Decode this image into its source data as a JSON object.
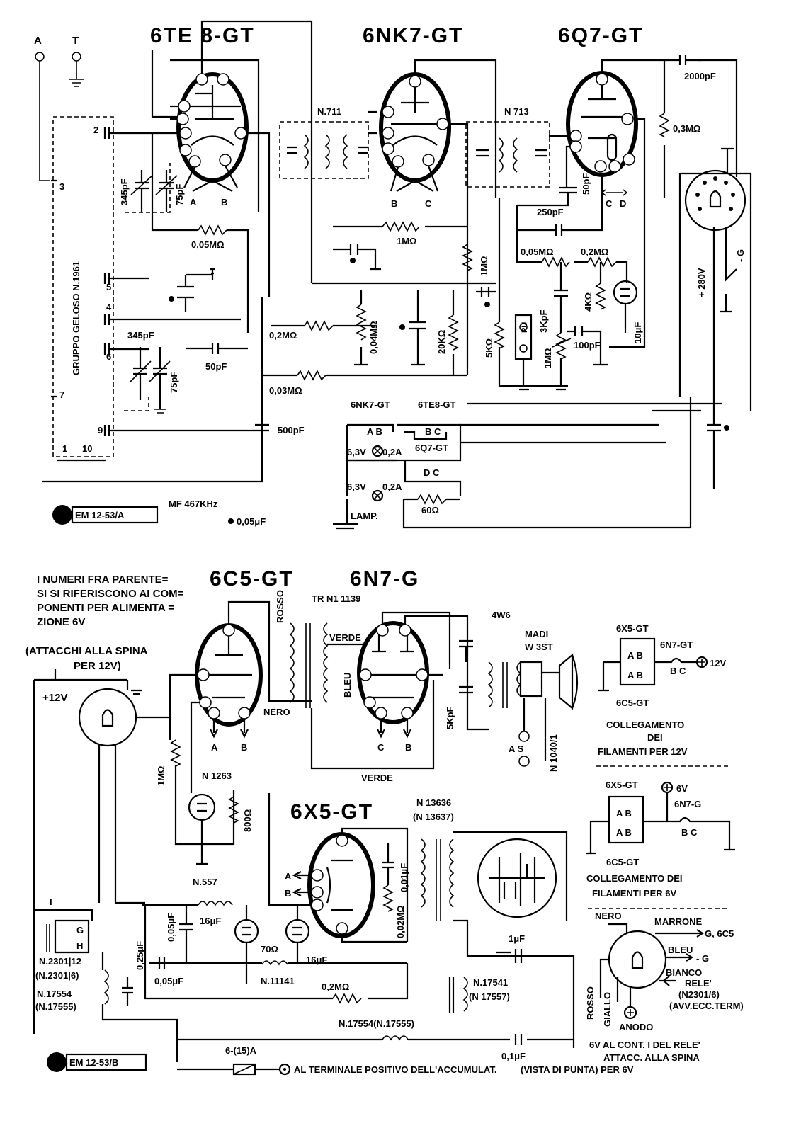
{
  "upper": {
    "tube_titles": [
      "6TE 8-GT",
      "6NK7-GT",
      "6Q7-GT"
    ],
    "terminals": [
      "A",
      "T"
    ],
    "coil_group": "GRUPPO GELOSO N.1961",
    "coil_pins": [
      "2",
      "3",
      "5",
      "4",
      "6",
      "7",
      "9",
      "1",
      "10"
    ],
    "if_transformers": [
      "N.711",
      "N 713"
    ],
    "components": {
      "c_345_top": "345pF",
      "c_75_top": "75pF",
      "c_345_bot": "345pF",
      "c_75_bot": "75pF",
      "r_005": "0,05MΩ",
      "r_02": "0,2MΩ",
      "r_003": "0,03MΩ",
      "c_50": "50pF",
      "c_500": "500pF",
      "r_1m": "1MΩ",
      "r_004": "0,04MΩ",
      "r_20k": "20KΩ",
      "r_1m_v": "1MΩ",
      "r_5k": "5KΩ",
      "c_2000": "2000pF",
      "r_03": "0,3MΩ",
      "c_250": "250pF",
      "c_50b": "50pF",
      "r_005b": "0,05MΩ",
      "r_02b": "0,2MΩ",
      "c_3k": "3KpF",
      "r_4k": "4KΩ",
      "c_100": "100pF",
      "c_10u": "10μF",
      "r_1m_pot": "1MΩ",
      "pu": "PU",
      "v_280": "+ 280V",
      "g_minus": "- G"
    },
    "heater_titles": [
      "6NK7-GT",
      "6TE8-GT",
      "6Q7-GT"
    ],
    "heater_labels": [
      "A B",
      "B C",
      "D C",
      "6,3V",
      "0,2A",
      "6,3V",
      "0,2A",
      "LAMP.",
      "60Ω"
    ],
    "tube_pin_letters": [
      "A",
      "B",
      "B",
      "C",
      "C",
      "D"
    ],
    "mf": "MF 467KHz",
    "legend_cap": "0,05μF",
    "badge": "EM 12-53/A"
  },
  "lower": {
    "note": [
      "I NUMERI FRA PARENTE=",
      "SI SI RIFERISCONO AI COM=",
      "PONENTI PER ALIMENTA =",
      "ZIONE 6V"
    ],
    "plug_title": [
      "(ATTACCHI ALLA SPINA",
      "PER 12V)"
    ],
    "tube_titles": [
      "6C5-GT",
      "6N7-G",
      "6X5-GT"
    ],
    "labels": {
      "plus12": "+12V",
      "rosso": "ROSSO",
      "tr": "TR N1 1139",
      "verde": "VERDE",
      "bleu": "BLEU",
      "nero": "NERO",
      "verde2": "VERDE",
      "k4w6": "4W6",
      "madi": "MADI",
      "w3st": "W 3ST",
      "as": "A S",
      "n1040": "N 1040/1",
      "c5k": "5KpF",
      "r_1m": "1MΩ",
      "n1263": "N 1263",
      "r_800": "800Ω",
      "n557": "N.557",
      "n13636": "N 13636",
      "n13637": "(N 13637)",
      "c005": "0,05μF",
      "c16a": "16μF",
      "c16b": "16μF",
      "r70": "70Ω",
      "n11141": "N.11141",
      "c025": "0,25μF",
      "c005b": "0,05μF",
      "r02": "0,2MΩ",
      "c001": "0,01μF",
      "r002": "0,02MΩ",
      "c1u": "1μF",
      "n17541": "N.17541",
      "n17557": "(N 17557)",
      "n2301_12": "N.2301|12",
      "n2301_6": "(N.2301|6)",
      "n17554": "N.17554",
      "n17555": "(N.17555)",
      "n17554b": "N.17554(N.17555)",
      "c01": "0,1μF",
      "fuse": "6-(15)A",
      "batt": "AL TERMINALE POSITIVO DELL'ACCUMULAT.",
      "vista": "(VISTA DI PUNTA) PER 6V",
      "i": "I",
      "i2": "I",
      "g": "G",
      "h": "H"
    },
    "fil12": {
      "tubes": [
        "6X5-GT",
        "6N7-GT",
        "6C5-GT"
      ],
      "ab": "A B",
      "bc": "B C",
      "v": "12V",
      "title": [
        "COLLEGAMENTO",
        "DEI",
        "FILAMENTI PER 12V"
      ]
    },
    "fil6": {
      "tubes": [
        "6X5-GT",
        "6N7-G",
        "6C5-GT"
      ],
      "ab": "A B",
      "bc": "B C",
      "v": "6V",
      "title": [
        "COLLEGAMENTO DEI",
        "FILAMENTI PER 6V"
      ]
    },
    "plug6": {
      "labels": [
        "NERO",
        "MARRONE",
        "G, 6C5",
        "BLEU",
        "- G",
        "BIANCO",
        "RELE'",
        "(N2301/6)",
        "(AVV.ECC.TERM)",
        "ROSSO",
        "GIALLO",
        "ANODO"
      ],
      "footer": [
        "6V AL CONT. I DEL RELE'",
        "ATTACC. ALLA SPINA"
      ]
    },
    "badge": "EM 12-53/B",
    "tube_pin_letters": [
      "A",
      "B",
      "C",
      "B"
    ]
  }
}
